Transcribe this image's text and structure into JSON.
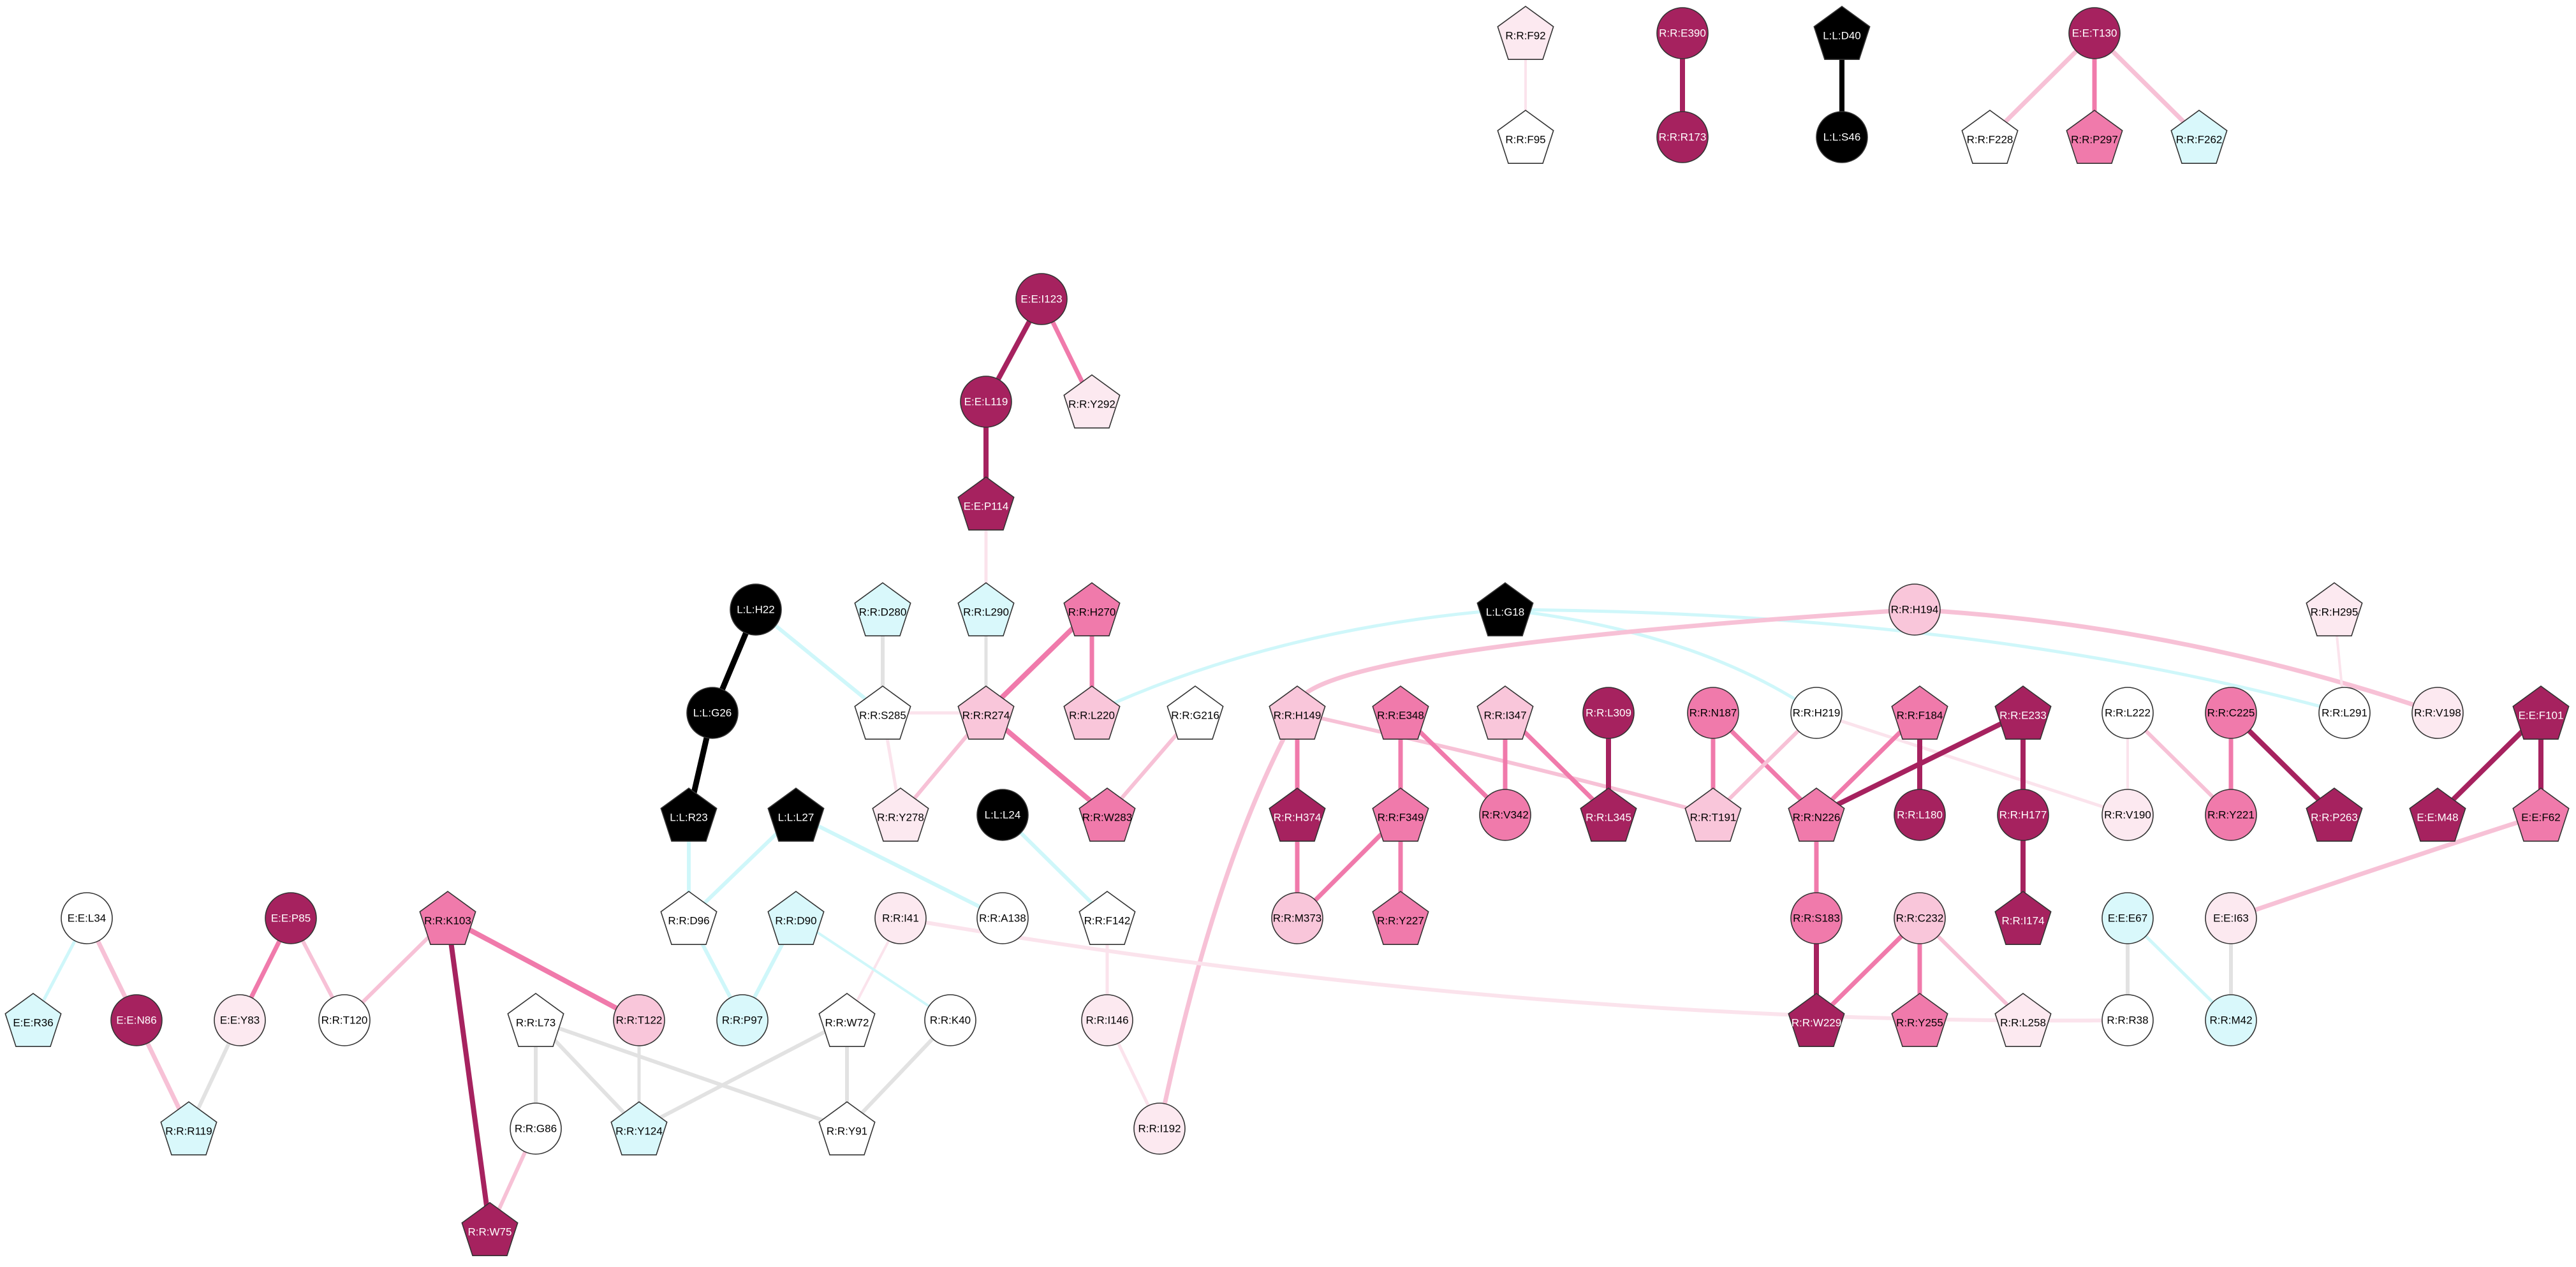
{
  "colors": {
    "black": "#000000",
    "dark": "#A6225F",
    "mid": "#F07AAB",
    "light": "#F9C6DA",
    "pale": "#FCE9F0",
    "white": "#FFFFFF",
    "cyan": "#D9F8FB",
    "edge_black": "#000000",
    "edge_dark": "#A6225F",
    "edge_mid": "#F07AAB",
    "edge_light": "#F7C1D6",
    "edge_pale": "#FBE3EC",
    "edge_gray": "#E2E2E2",
    "edge_cyan": "#CFF7FA"
  },
  "nodes": [
    {
      "id": "R:R:F92",
      "shape": "pentagon",
      "fill": "pale"
    },
    {
      "id": "R:R:F95",
      "shape": "pentagon",
      "fill": "white"
    },
    {
      "id": "R:R:E390",
      "shape": "circle",
      "fill": "dark"
    },
    {
      "id": "R:R:R173",
      "shape": "circle",
      "fill": "dark"
    },
    {
      "id": "L:L:D40",
      "shape": "pentagon",
      "fill": "black"
    },
    {
      "id": "L:L:S46",
      "shape": "circle",
      "fill": "black"
    },
    {
      "id": "E:E:T130",
      "shape": "circle",
      "fill": "dark"
    },
    {
      "id": "R:R:F228",
      "shape": "pentagon",
      "fill": "white"
    },
    {
      "id": "R:R:P297",
      "shape": "pentagon",
      "fill": "mid"
    },
    {
      "id": "R:R:F262",
      "shape": "pentagon",
      "fill": "cyan"
    },
    {
      "id": "E:E:I123",
      "shape": "circle",
      "fill": "dark"
    },
    {
      "id": "E:E:L119",
      "shape": "circle",
      "fill": "dark"
    },
    {
      "id": "R:R:Y292",
      "shape": "pentagon",
      "fill": "pale"
    },
    {
      "id": "E:E:P114",
      "shape": "pentagon",
      "fill": "dark"
    },
    {
      "id": "L:L:H22",
      "shape": "circle",
      "fill": "black"
    },
    {
      "id": "L:L:G26",
      "shape": "circle",
      "fill": "black"
    },
    {
      "id": "L:L:R23",
      "shape": "pentagon",
      "fill": "black"
    },
    {
      "id": "L:L:L27",
      "shape": "pentagon",
      "fill": "black"
    },
    {
      "id": "L:L:L24",
      "shape": "circle",
      "fill": "black"
    },
    {
      "id": "R:R:D280",
      "shape": "pentagon",
      "fill": "cyan"
    },
    {
      "id": "R:R:S285",
      "shape": "pentagon",
      "fill": "white"
    },
    {
      "id": "R:R:Y278",
      "shape": "pentagon",
      "fill": "pale"
    },
    {
      "id": "R:R:L290",
      "shape": "pentagon",
      "fill": "cyan"
    },
    {
      "id": "R:R:R274",
      "shape": "pentagon",
      "fill": "light"
    },
    {
      "id": "R:R:H270",
      "shape": "pentagon",
      "fill": "mid"
    },
    {
      "id": "R:R:L220",
      "shape": "pentagon",
      "fill": "light"
    },
    {
      "id": "R:R:W283",
      "shape": "pentagon",
      "fill": "mid"
    },
    {
      "id": "R:R:G216",
      "shape": "pentagon",
      "fill": "white"
    },
    {
      "id": "L:L:G18",
      "shape": "pentagon",
      "fill": "black"
    },
    {
      "id": "R:R:H194",
      "shape": "circle",
      "fill": "light"
    },
    {
      "id": "R:R:H295",
      "shape": "pentagon",
      "fill": "pale"
    },
    {
      "id": "R:R:L291",
      "shape": "circle",
      "fill": "white"
    },
    {
      "id": "R:R:V198",
      "shape": "circle",
      "fill": "pale"
    },
    {
      "id": "R:R:H149",
      "shape": "pentagon",
      "fill": "light"
    },
    {
      "id": "R:R:H374",
      "shape": "pentagon",
      "fill": "dark"
    },
    {
      "id": "R:R:M373",
      "shape": "circle",
      "fill": "light"
    },
    {
      "id": "R:R:E348",
      "shape": "pentagon",
      "fill": "mid"
    },
    {
      "id": "R:R:F349",
      "shape": "pentagon",
      "fill": "mid"
    },
    {
      "id": "R:R:Y227",
      "shape": "pentagon",
      "fill": "mid"
    },
    {
      "id": "R:R:I347",
      "shape": "pentagon",
      "fill": "light"
    },
    {
      "id": "R:R:V342",
      "shape": "circle",
      "fill": "mid"
    },
    {
      "id": "R:R:L309",
      "shape": "circle",
      "fill": "dark"
    },
    {
      "id": "R:R:L345",
      "shape": "pentagon",
      "fill": "dark"
    },
    {
      "id": "R:R:N187",
      "shape": "circle",
      "fill": "mid"
    },
    {
      "id": "R:R:T191",
      "shape": "pentagon",
      "fill": "light"
    },
    {
      "id": "R:R:H219",
      "shape": "circle",
      "fill": "white"
    },
    {
      "id": "R:R:F184",
      "shape": "pentagon",
      "fill": "mid"
    },
    {
      "id": "R:R:N226",
      "shape": "pentagon",
      "fill": "mid"
    },
    {
      "id": "R:R:S183",
      "shape": "circle",
      "fill": "mid"
    },
    {
      "id": "R:R:W229",
      "shape": "pentagon",
      "fill": "dark"
    },
    {
      "id": "R:R:C232",
      "shape": "circle",
      "fill": "light"
    },
    {
      "id": "R:R:Y255",
      "shape": "pentagon",
      "fill": "mid"
    },
    {
      "id": "R:R:L258",
      "shape": "pentagon",
      "fill": "pale"
    },
    {
      "id": "R:R:E233",
      "shape": "pentagon",
      "fill": "dark"
    },
    {
      "id": "R:R:L180",
      "shape": "circle",
      "fill": "dark"
    },
    {
      "id": "R:R:H177",
      "shape": "circle",
      "fill": "dark"
    },
    {
      "id": "R:R:I174",
      "shape": "pentagon",
      "fill": "dark"
    },
    {
      "id": "R:R:L222",
      "shape": "circle",
      "fill": "white"
    },
    {
      "id": "R:R:V190",
      "shape": "circle",
      "fill": "pale"
    },
    {
      "id": "R:R:C225",
      "shape": "circle",
      "fill": "mid"
    },
    {
      "id": "R:R:Y221",
      "shape": "circle",
      "fill": "mid"
    },
    {
      "id": "R:R:P263",
      "shape": "pentagon",
      "fill": "dark"
    },
    {
      "id": "E:E:F101",
      "shape": "pentagon",
      "fill": "dark"
    },
    {
      "id": "E:E:M48",
      "shape": "pentagon",
      "fill": "dark"
    },
    {
      "id": "E:E:F62",
      "shape": "pentagon",
      "fill": "mid"
    },
    {
      "id": "E:E:E67",
      "shape": "circle",
      "fill": "cyan"
    },
    {
      "id": "R:R:M42",
      "shape": "circle",
      "fill": "cyan"
    },
    {
      "id": "E:E:I63",
      "shape": "circle",
      "fill": "pale"
    },
    {
      "id": "R:R:R38",
      "shape": "circle",
      "fill": "white"
    },
    {
      "id": "E:E:L34",
      "shape": "circle",
      "fill": "white"
    },
    {
      "id": "E:E:R36",
      "shape": "pentagon",
      "fill": "cyan"
    },
    {
      "id": "E:E:N86",
      "shape": "circle",
      "fill": "dark"
    },
    {
      "id": "E:E:P85",
      "shape": "circle",
      "fill": "dark"
    },
    {
      "id": "E:E:Y83",
      "shape": "circle",
      "fill": "pale"
    },
    {
      "id": "R:R:R119",
      "shape": "pentagon",
      "fill": "cyan"
    },
    {
      "id": "R:R:T120",
      "shape": "circle",
      "fill": "white"
    },
    {
      "id": "R:R:K103",
      "shape": "pentagon",
      "fill": "mid"
    },
    {
      "id": "R:R:T122",
      "shape": "circle",
      "fill": "light"
    },
    {
      "id": "R:R:W75",
      "shape": "pentagon",
      "fill": "dark"
    },
    {
      "id": "R:R:L73",
      "shape": "pentagon",
      "fill": "white"
    },
    {
      "id": "R:R:G86",
      "shape": "circle",
      "fill": "white"
    },
    {
      "id": "R:R:Y124",
      "shape": "pentagon",
      "fill": "cyan"
    },
    {
      "id": "R:R:D96",
      "shape": "pentagon",
      "fill": "white"
    },
    {
      "id": "R:R:D90",
      "shape": "pentagon",
      "fill": "cyan"
    },
    {
      "id": "R:R:P97",
      "shape": "circle",
      "fill": "cyan"
    },
    {
      "id": "R:R:W72",
      "shape": "pentagon",
      "fill": "white"
    },
    {
      "id": "R:R:Y91",
      "shape": "pentagon",
      "fill": "white"
    },
    {
      "id": "R:R:I41",
      "shape": "circle",
      "fill": "pale"
    },
    {
      "id": "R:R:K40",
      "shape": "circle",
      "fill": "white"
    },
    {
      "id": "R:R:A138",
      "shape": "circle",
      "fill": "white"
    },
    {
      "id": "R:R:F142",
      "shape": "pentagon",
      "fill": "white"
    },
    {
      "id": "R:R:I146",
      "shape": "circle",
      "fill": "pale"
    },
    {
      "id": "R:R:I192",
      "shape": "circle",
      "fill": "pale"
    }
  ],
  "edges": [
    {
      "source": "R:R:F92",
      "target": "R:R:F95",
      "color": "edge_pale",
      "weight": 4
    },
    {
      "source": "R:R:E390",
      "target": "R:R:R173",
      "color": "edge_dark",
      "weight": 8
    },
    {
      "source": "L:L:D40",
      "target": "L:L:S46",
      "color": "edge_black",
      "weight": 8
    },
    {
      "source": "E:E:T130",
      "target": "R:R:F228",
      "color": "edge_light",
      "weight": 7
    },
    {
      "source": "E:E:T130",
      "target": "R:R:P297",
      "color": "edge_mid",
      "weight": 7
    },
    {
      "source": "E:E:T130",
      "target": "R:R:F262",
      "color": "edge_light",
      "weight": 7
    },
    {
      "source": "E:E:I123",
      "target": "E:E:L119",
      "color": "edge_dark",
      "weight": 8
    },
    {
      "source": "E:E:I123",
      "target": "R:R:Y292",
      "color": "edge_mid",
      "weight": 7
    },
    {
      "source": "E:E:L119",
      "target": "E:E:P114",
      "color": "edge_dark",
      "weight": 8
    },
    {
      "source": "E:E:P114",
      "target": "R:R:L290",
      "color": "edge_pale",
      "weight": 5
    },
    {
      "source": "L:L:H22",
      "target": "L:L:G26",
      "color": "edge_black",
      "weight": 9
    },
    {
      "source": "L:L:H22",
      "target": "R:R:S285",
      "color": "edge_cyan",
      "weight": 6
    },
    {
      "source": "L:L:G26",
      "target": "L:L:R23",
      "color": "edge_black",
      "weight": 9
    },
    {
      "source": "L:L:R23",
      "target": "R:R:D96",
      "color": "edge_cyan",
      "weight": 6
    },
    {
      "source": "L:L:L27",
      "target": "R:R:D96",
      "color": "edge_cyan",
      "weight": 6
    },
    {
      "source": "L:L:L27",
      "target": "R:R:A138",
      "color": "edge_cyan",
      "weight": 6
    },
    {
      "source": "L:L:L24",
      "target": "R:R:F142",
      "color": "edge_cyan",
      "weight": 6
    },
    {
      "source": "R:R:D280",
      "target": "R:R:S285",
      "color": "edge_gray",
      "weight": 6
    },
    {
      "source": "R:R:S285",
      "target": "R:R:Y278",
      "color": "edge_pale",
      "weight": 5
    },
    {
      "source": "R:R:S285",
      "target": "R:R:R274",
      "color": "edge_pale",
      "weight": 5
    },
    {
      "source": "R:R:L290",
      "target": "R:R:R274",
      "color": "edge_gray",
      "weight": 5
    },
    {
      "source": "R:R:R274",
      "target": "R:R:H270",
      "color": "edge_mid",
      "weight": 8
    },
    {
      "source": "R:R:R274",
      "target": "R:R:W283",
      "color": "edge_mid",
      "weight": 8
    },
    {
      "source": "R:R:R274",
      "target": "R:R:Y278",
      "color": "edge_light",
      "weight": 6
    },
    {
      "source": "R:R:H270",
      "target": "R:R:L220",
      "color": "edge_mid",
      "weight": 7
    },
    {
      "source": "R:R:W283",
      "target": "R:R:G216",
      "color": "edge_light",
      "weight": 6
    },
    {
      "source": "L:L:G18",
      "target": "R:R:L220",
      "color": "edge_cyan",
      "weight": 5
    },
    {
      "source": "L:L:G18",
      "target": "R:R:H219",
      "color": "edge_cyan",
      "weight": 5
    },
    {
      "source": "L:L:G18",
      "target": "R:R:L291",
      "color": "edge_cyan",
      "weight": 5
    },
    {
      "source": "R:R:H194",
      "target": "R:R:H149",
      "color": "edge_light",
      "weight": 7
    },
    {
      "source": "R:R:H194",
      "target": "R:R:V198",
      "color": "edge_light",
      "weight": 7
    },
    {
      "source": "R:R:H295",
      "target": "R:R:L291",
      "color": "edge_pale",
      "weight": 4
    },
    {
      "source": "R:R:H149",
      "target": "R:R:H374",
      "color": "edge_mid",
      "weight": 7
    },
    {
      "source": "R:R:H149",
      "target": "R:R:I192",
      "color": "edge_light",
      "weight": 7
    },
    {
      "source": "R:R:H149",
      "target": "R:R:T191",
      "color": "edge_light",
      "weight": 6
    },
    {
      "source": "R:R:H374",
      "target": "R:R:M373",
      "color": "edge_mid",
      "weight": 7
    },
    {
      "source": "R:R:E348",
      "target": "R:R:F349",
      "color": "edge_mid",
      "weight": 7
    },
    {
      "source": "R:R:E348",
      "target": "R:R:V342",
      "color": "edge_mid",
      "weight": 7
    },
    {
      "source": "R:R:F349",
      "target": "R:R:M373",
      "color": "edge_mid",
      "weight": 7
    },
    {
      "source": "R:R:F349",
      "target": "R:R:Y227",
      "color": "edge_mid",
      "weight": 7
    },
    {
      "source": "R:R:I347",
      "target": "R:R:V342",
      "color": "edge_mid",
      "weight": 7
    },
    {
      "source": "R:R:I347",
      "target": "R:R:L345",
      "color": "edge_mid",
      "weight": 7
    },
    {
      "source": "R:R:L309",
      "target": "R:R:L345",
      "color": "edge_dark",
      "weight": 8
    },
    {
      "source": "R:R:N187",
      "target": "R:R:T191",
      "color": "edge_mid",
      "weight": 7
    },
    {
      "source": "R:R:N187",
      "target": "R:R:N226",
      "color": "edge_mid",
      "weight": 7
    },
    {
      "source": "R:R:H219",
      "target": "R:R:T191",
      "color": "edge_light",
      "weight": 6
    },
    {
      "source": "R:R:H219",
      "target": "R:R:V190",
      "color": "edge_pale",
      "weight": 5
    },
    {
      "source": "R:R:F184",
      "target": "R:R:N226",
      "color": "edge_mid",
      "weight": 7
    },
    {
      "source": "R:R:F184",
      "target": "R:R:L180",
      "color": "edge_dark",
      "weight": 8
    },
    {
      "source": "R:R:N226",
      "target": "R:R:S183",
      "color": "edge_mid",
      "weight": 7
    },
    {
      "source": "R:R:N226",
      "target": "R:R:E233",
      "color": "edge_dark",
      "weight": 8
    },
    {
      "source": "R:R:S183",
      "target": "R:R:W229",
      "color": "edge_dark",
      "weight": 8
    },
    {
      "source": "R:R:C232",
      "target": "R:R:W229",
      "color": "edge_mid",
      "weight": 7
    },
    {
      "source": "R:R:C232",
      "target": "R:R:Y255",
      "color": "edge_mid",
      "weight": 7
    },
    {
      "source": "R:R:C232",
      "target": "R:R:L258",
      "color": "edge_light",
      "weight": 6
    },
    {
      "source": "R:R:E233",
      "target": "R:R:H177",
      "color": "edge_dark",
      "weight": 8
    },
    {
      "source": "R:R:H177",
      "target": "R:R:I174",
      "color": "edge_dark",
      "weight": 8
    },
    {
      "source": "R:R:L222",
      "target": "R:R:Y221",
      "color": "edge_light",
      "weight": 6
    },
    {
      "source": "R:R:L222",
      "target": "R:R:V190",
      "color": "edge_pale",
      "weight": 4
    },
    {
      "source": "R:R:C225",
      "target": "R:R:Y221",
      "color": "edge_mid",
      "weight": 7
    },
    {
      "source": "R:R:C225",
      "target": "R:R:P263",
      "color": "edge_dark",
      "weight": 8
    },
    {
      "source": "E:E:F101",
      "target": "E:E:M48",
      "color": "edge_dark",
      "weight": 8
    },
    {
      "source": "E:E:F101",
      "target": "E:E:F62",
      "color": "edge_dark",
      "weight": 8
    },
    {
      "source": "E:E:F62",
      "target": "E:E:I63",
      "color": "edge_light",
      "weight": 7
    },
    {
      "source": "E:E:E67",
      "target": "R:R:R38",
      "color": "edge_gray",
      "weight": 6
    },
    {
      "source": "E:E:E67",
      "target": "R:R:M42",
      "color": "edge_cyan",
      "weight": 5
    },
    {
      "source": "E:E:I63",
      "target": "R:R:M42",
      "color": "edge_gray",
      "weight": 6
    },
    {
      "source": "R:R:I41",
      "target": "R:R:R38",
      "color": "edge_pale",
      "weight": 6
    },
    {
      "source": "R:R:I41",
      "target": "R:R:W72",
      "color": "edge_pale",
      "weight": 4
    },
    {
      "source": "E:E:L34",
      "target": "E:E:R36",
      "color": "edge_cyan",
      "weight": 5
    },
    {
      "source": "E:E:L34",
      "target": "E:E:N86",
      "color": "edge_light",
      "weight": 7
    },
    {
      "source": "E:E:N86",
      "target": "R:R:R119",
      "color": "edge_light",
      "weight": 7
    },
    {
      "source": "E:E:P85",
      "target": "E:E:Y83",
      "color": "edge_mid",
      "weight": 7
    },
    {
      "source": "E:E:P85",
      "target": "R:R:T120",
      "color": "edge_light",
      "weight": 6
    },
    {
      "source": "E:E:Y83",
      "target": "R:R:R119",
      "color": "edge_gray",
      "weight": 6
    },
    {
      "source": "R:R:T120",
      "target": "R:R:K103",
      "color": "edge_light",
      "weight": 6
    },
    {
      "source": "R:R:K103",
      "target": "R:R:T122",
      "color": "edge_mid",
      "weight": 8
    },
    {
      "source": "R:R:K103",
      "target": "R:R:W75",
      "color": "edge_dark",
      "weight": 8
    },
    {
      "source": "R:R:L73",
      "target": "R:R:G86",
      "color": "edge_gray",
      "weight": 6
    },
    {
      "source": "R:R:L73",
      "target": "R:R:Y124",
      "color": "edge_gray",
      "weight": 6
    },
    {
      "source": "R:R:L73",
      "target": "R:R:Y91",
      "color": "edge_gray",
      "weight": 6
    },
    {
      "source": "R:R:G86",
      "target": "R:R:W75",
      "color": "edge_light",
      "weight": 6
    },
    {
      "source": "R:R:T122",
      "target": "R:R:Y124",
      "color": "edge_gray",
      "weight": 5
    },
    {
      "source": "R:R:D96",
      "target": "R:R:P97",
      "color": "edge_cyan",
      "weight": 6
    },
    {
      "source": "R:R:D90",
      "target": "R:R:P97",
      "color": "edge_cyan",
      "weight": 6
    },
    {
      "source": "R:R:D90",
      "target": "R:R:K40",
      "color": "edge_cyan",
      "weight": 4
    },
    {
      "source": "R:R:W72",
      "target": "R:R:Y124",
      "color": "edge_gray",
      "weight": 6
    },
    {
      "source": "R:R:W72",
      "target": "R:R:Y91",
      "color": "edge_gray",
      "weight": 6
    },
    {
      "source": "R:R:K40",
      "target": "R:R:Y91",
      "color": "edge_gray",
      "weight": 6
    },
    {
      "source": "R:R:F142",
      "target": "R:R:I146",
      "color": "edge_pale",
      "weight": 5
    },
    {
      "source": "R:R:I146",
      "target": "R:R:I192",
      "color": "edge_pale",
      "weight": 5
    }
  ]
}
